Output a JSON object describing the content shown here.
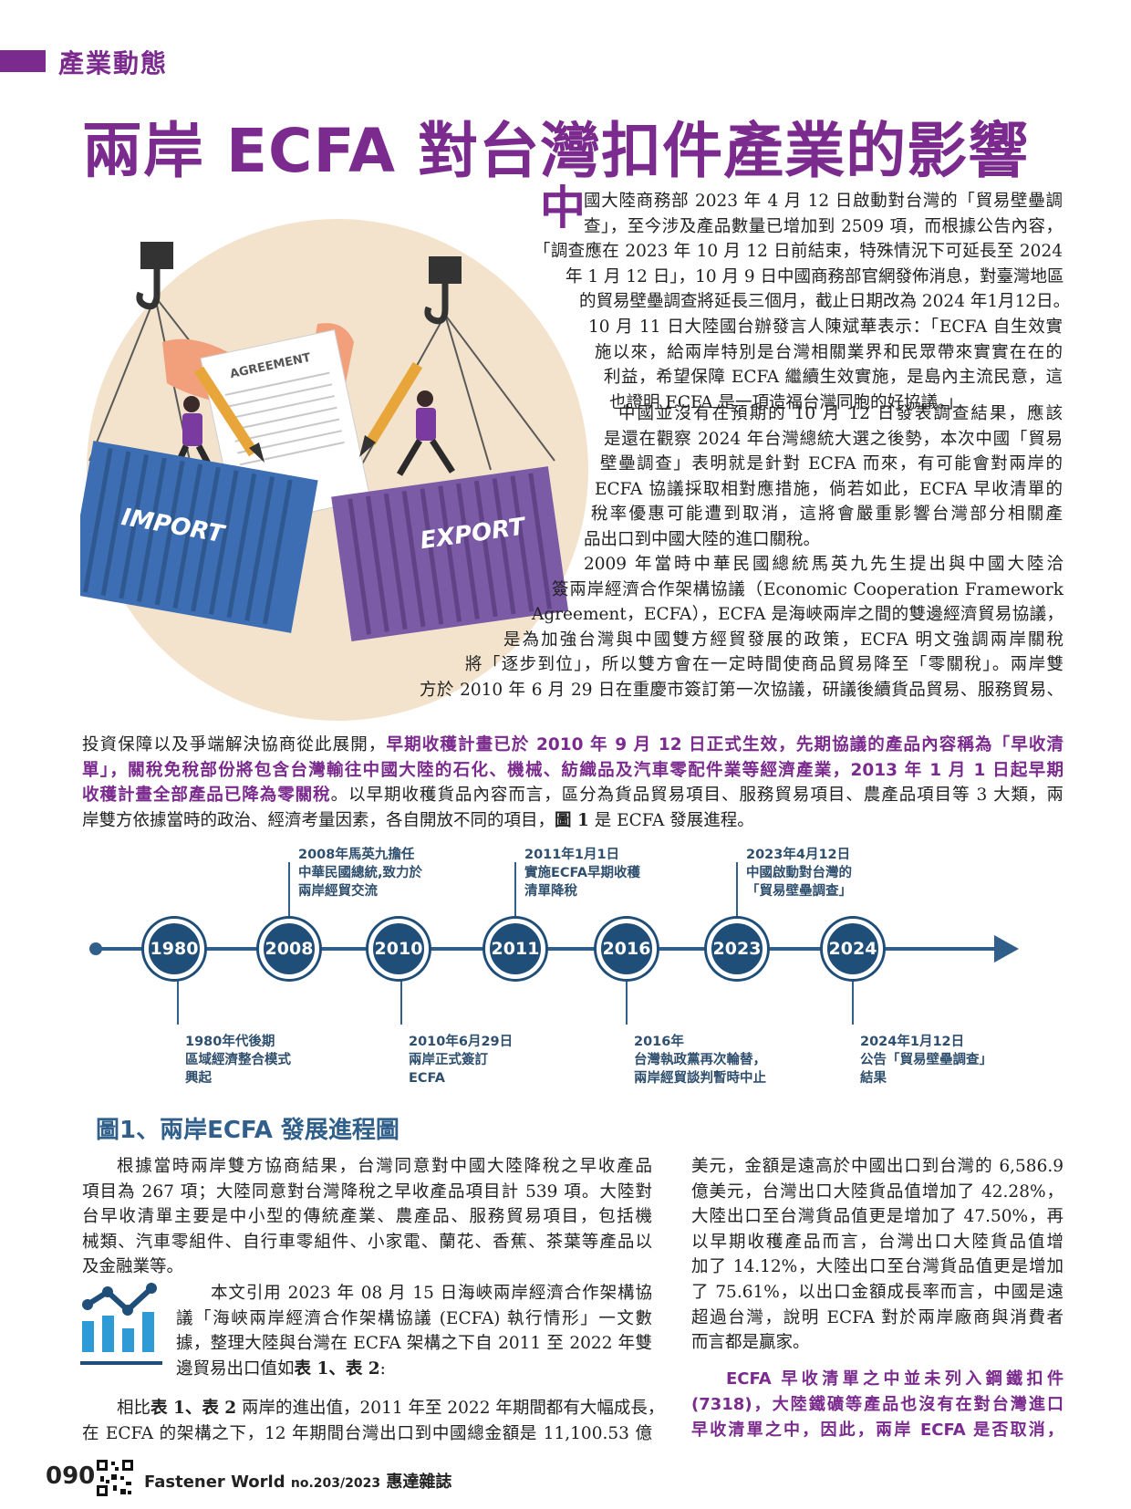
{
  "section_label": "產業動態",
  "title": "兩岸 ECFA 對台灣扣件產業的影響",
  "illustration": {
    "agreement_label": "AGREEMENT",
    "import_label": "IMPORT",
    "export_label": "EXPORT",
    "colors": {
      "circle": "#f3e3cc",
      "import": "#3d6eb3",
      "export": "#7b5aa6"
    }
  },
  "paragraph1": {
    "dropcap": "中",
    "lines": [
      "國大陸商務部 2023 年 4 月 12 日啟動對台灣的「貿易壁壘調",
      "查」，至今涉及產品數量已增加到 2509 項，而根據公告內容，",
      "「調查應在 2023 年 10 月 12 日前結束，特殊情況下可延長至 2024",
      "年 1 月 12 日」，10 月 9 日中國商務部官網發佈消息，對臺灣地區",
      "的貿易壁壘調查將延長三個月，截止日期改為 2024 年1月12日。",
      "10 月 11 日大陸國台辦發言人陳斌華表示：「ECFA 自生效實",
      "施以來，給兩岸特別是台灣相關業界和民眾帶來實實在在的",
      "利益，希望保障 ECFA 繼續生效實施，是島內主流民意，這",
      "也證明 ECFA 是一項造福台灣同胞的好協議。」"
    ]
  },
  "paragraph2": {
    "lines": [
      "中國並沒有在預期的 10 月 12 日發表調查結果，應該",
      "是還在觀察 2024 年台灣總統大選之後勢，本次中國「貿易",
      "壁壘調查」表明就是針對 ECFA 而來，有可能會對兩岸的",
      "ECFA 協議採取相對應措施，倘若如此，ECFA 早收清單的",
      "稅率優惠可能遭到取消，這將會嚴重影響台灣部分相關產",
      "品出口到中國大陸的進口關稅。"
    ]
  },
  "paragraph3": {
    "lines": [
      "2009 年當時中華民國總統馬英九先生提出與中國大陸洽",
      "簽兩岸經濟合作架構協議（Economic Cooperation Framework",
      "Agreement，ECFA），ECFA 是海峽兩岸之間的雙邊經濟貿易協議，",
      "是為加強台灣與中國雙方經貿發展的政策，ECFA 明文強調兩岸關稅",
      "將「逐步到位」，所以雙方會在一定時間使商品貿易降至「零關稅」。兩岸雙",
      "方於 2010 年 6 月 29 日在重慶市簽訂第一次協議，研議後續貨品貿易、服務貿易、"
    ],
    "full_line1_plain": "投資保障以及爭端解決協商從此展開，",
    "full_line1_hl": "早期收穫計畫已於 2010 年 9 月 12 日正式生效，先期協議的產品內容稱為「早收清",
    "full_line2_hl": "單」，關稅免稅部份將包含台灣輸往中國大陸的石化、機械、紡織品及汽車零配件業等經濟產業，2013 年 1 月 1 日起早期",
    "full_line3_hl": "收穫計畫全部產品已降為零關稅",
    "full_line3_plain": "。以早期收穫貨品內容而言，區分為貨品貿易項目、服務貿易項目、農產品項目等 3 大類，兩",
    "full_line4_a": "岸雙方依據當時的政治、經濟考量因素，各自開放不同的項目，",
    "full_line4_b": "圖 1",
    "full_line4_c": " 是 ECFA 發展進程。"
  },
  "timeline": {
    "years": [
      "1980",
      "2008",
      "2010",
      "2011",
      "2016",
      "2023",
      "2024"
    ],
    "top_events": [
      {
        "year": "2008",
        "lines": [
          "2008年馬英九擔任",
          "中華民國總統,致力於",
          "兩岸經貿交流"
        ]
      },
      {
        "year": "2011",
        "lines": [
          "2011年1月1日",
          "實施ECFA早期收穫",
          "清單降稅"
        ]
      },
      {
        "year": "2023",
        "lines": [
          "2023年4月12日",
          "中國啟動對台灣的",
          "「貿易壁壘調查」"
        ]
      }
    ],
    "bottom_events": [
      {
        "year": "1980",
        "lines": [
          "1980年代後期",
          "區域經濟整合模式",
          "興起"
        ]
      },
      {
        "year": "2010",
        "lines": [
          "2010年6月29日",
          "兩岸正式簽訂",
          "ECFA"
        ]
      },
      {
        "year": "2016",
        "lines": [
          "2016年",
          "台灣執政黨再次輪替，",
          "兩岸經貿談判暫時中止"
        ]
      },
      {
        "year": "2024",
        "lines": [
          "2024年1月12日",
          "公告「貿易壁壘調查」",
          "結果"
        ]
      }
    ],
    "colors": {
      "node": "#1f4e79",
      "line": "#2f5f8a"
    }
  },
  "figure_caption": "圖1、兩岸ECFA 發展進程圖",
  "left_col": {
    "p1": [
      "根據當時兩岸雙方協商結果，台灣同意對中國大陸降稅之早收產品",
      "項目為 267 項；大陸同意對台灣降稅之早收產品項目計 539 項。大陸對",
      "台早收清單主要是中小型的傳統產業、農產品、服務貿易項目，包括機",
      "械類、汽車零組件、自行車零組件、小家電、蘭花、香蕉、茶葉等產品以",
      "及金融業等。"
    ],
    "p2": [
      "本文引用 2023 年 08 月 15 日海峽兩岸經濟合作架構協",
      "議「海峽兩岸經濟合作架構協議 (ECFA) 執行情形」一文數",
      "據，整理大陸與台灣在 ECFA 架構之下自 2011 至 2022 年雙"
    ],
    "p2_last_a": "邊貿易出口值如",
    "p2_last_b": "表 1、表 2",
    "p2_last_c": ":",
    "p3_l1_a": "相比",
    "p3_l1_b": "表 1、表 2",
    "p3_l1_c": " 兩岸的進出值，2011 年至 2022 年期間都有大幅成長，",
    "p3_l2": "在 ECFA 的架構之下，12 年期間台灣出口到中國總金額是 11,100.53 億"
  },
  "right_col": {
    "lines": [
      "美元，金額是遠高於中國出口到台灣的 6,586.9",
      "億美元，台灣出口大陸貨品值增加了 42.28%，",
      "大陸出口至台灣貨品值更是增加了 47.50%，再",
      "以早期收穫產品而言，台灣出口大陸貨品值增",
      "加了 14.12%，大陸出口至台灣貨品值更是增加",
      "了 75.61%，以出口金額成長率而言，中國是遠",
      "超過台灣，說明 ECFA 對於兩岸廠商與消費者",
      "而言都是贏家。"
    ],
    "pull_lines": [
      "ECFA 早收清單之中並未列入鋼鐵扣件",
      "(7318)，大陸鐵礦等產品也沒有在對台灣進口",
      "早收清單之中，因此，兩岸 ECFA 是否取消，"
    ]
  },
  "footer": {
    "page_number": "090",
    "magazine": "Fastener World",
    "issue": "no.203/2023",
    "magazine_cn": "惠達雜誌"
  }
}
